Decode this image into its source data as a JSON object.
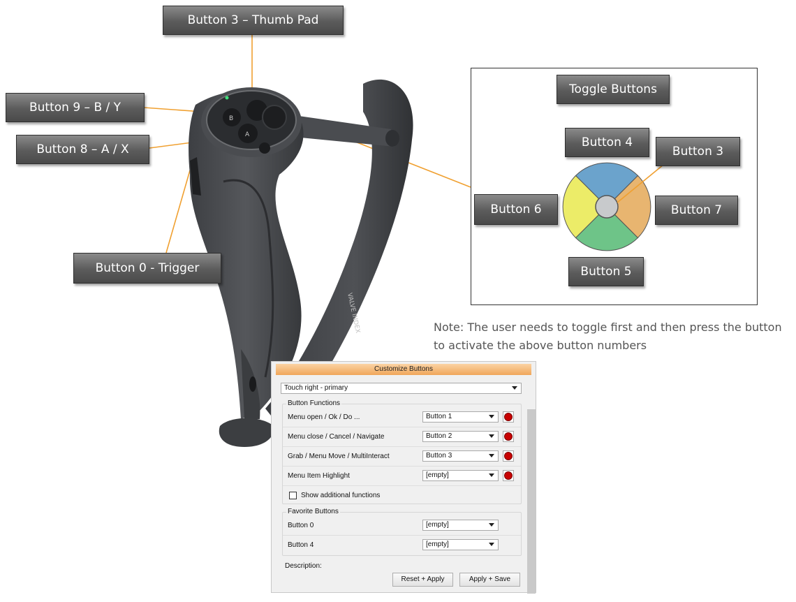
{
  "callouts": {
    "thumb_pad": "Button 3 – Thumb Pad",
    "b_y": "Button 9 – B / Y",
    "a_x": "Button 8 – A / X",
    "trigger": "Button 0 - Trigger"
  },
  "controller": {
    "brand_text": "VALVE INDEX",
    "a_label": "A",
    "b_label": "B"
  },
  "toggle": {
    "title": "Toggle Buttons",
    "up": "Button 4",
    "right_top": "Button 3",
    "left": "Button 6",
    "right": "Button 7",
    "down": "Button 5",
    "colors": {
      "up": "#6ba3cc",
      "right": "#e8b570",
      "down": "#6ec488",
      "left": "#ecec68",
      "center": "#c8cacc"
    }
  },
  "note": "Note: The user needs to toggle first and then press the button to activate the above button numbers",
  "dialog": {
    "title": "Customize Buttons",
    "device_select": "Touch right - primary",
    "functions_group": "Button Functions",
    "functions": [
      {
        "label": "Menu open / Ok / Do ...",
        "value": "Button 1"
      },
      {
        "label": "Menu close / Cancel / Navigate",
        "value": "Button 2"
      },
      {
        "label": "Grab / Menu Move / MultiInteract",
        "value": "Button 3"
      },
      {
        "label": "Menu Item Highlight",
        "value": "[empty]"
      }
    ],
    "show_additional": "Show additional functions",
    "favorites_group": "Favorite Buttons",
    "favorites": [
      {
        "label": "Button 0",
        "value": "[empty]"
      },
      {
        "label": "Button 4",
        "value": "[empty]"
      }
    ],
    "description_label": "Description:",
    "reset_apply": "Reset + Apply",
    "apply_save": "Apply + Save"
  },
  "colors": {
    "accent_line": "#f0a030",
    "record_dot": "#c80000"
  }
}
